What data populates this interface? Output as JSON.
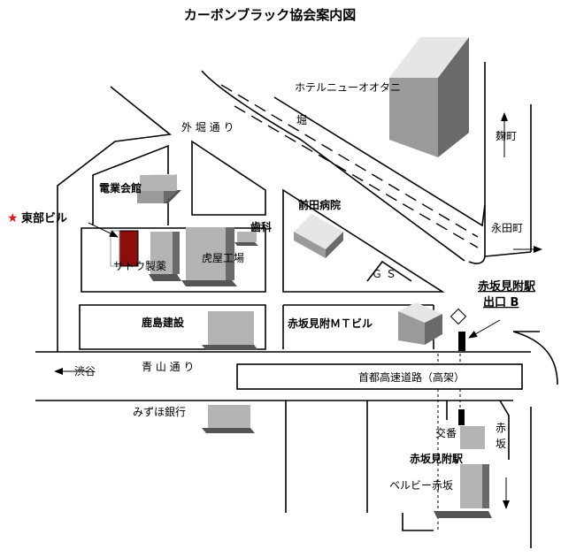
{
  "title": "カーボンブラック協会案内図",
  "labels": {
    "hotel": "ホテルニューオオタニ",
    "kojimachi": "麹町",
    "nagatacho": "永田町",
    "sotobori": "外 堀 通 り",
    "hori": "堀",
    "denki": "電業会館",
    "tobu": "東部ビル",
    "star": "★",
    "sato": "サトウ製薬",
    "toraya": "虎屋工場",
    "shika": "歯科",
    "maeda": "前田病院",
    "gs": "Ｇ Ｓ",
    "station_exit_1": "赤坂見附駅",
    "station_exit_2": "出口 B",
    "kajima": "鹿島建設",
    "mt_bldg": "赤坂見附ＭＴビル",
    "shibuya": "渋谷",
    "aoyama": "青 山 通 り",
    "expressway": "首都高速道路（高架）",
    "mizuho": "みずほ銀行",
    "koban": "交番",
    "akasaka_1": "赤",
    "akasaka_2": "坂",
    "station": "赤坂見附駅",
    "belle": "ベルビー赤坂"
  },
  "colors": {
    "star": "#d81818",
    "target_building": "#8b0e0e"
  },
  "icons": [
    "pointer-arrow",
    "road-direction-arrow",
    "star-icon"
  ]
}
